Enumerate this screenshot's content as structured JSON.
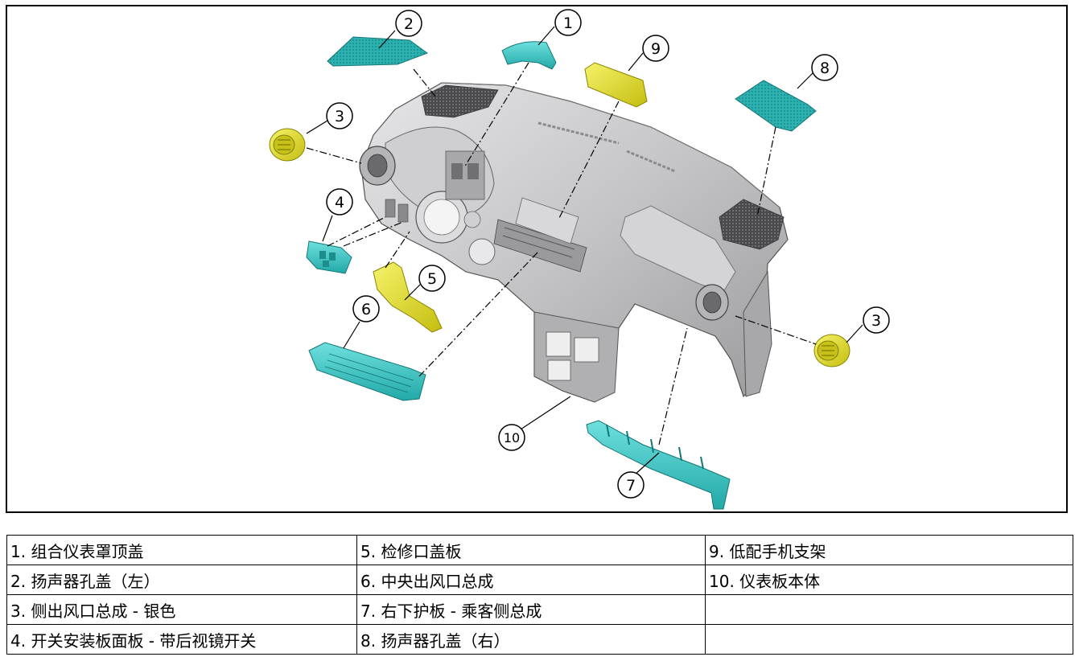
{
  "diagram": {
    "callouts": [
      "1",
      "2",
      "3",
      "4",
      "5",
      "6",
      "7",
      "8",
      "9",
      "10",
      "3"
    ]
  },
  "legend": {
    "rows": [
      [
        "1. 组合仪表罩顶盖",
        "5. 检修口盖板",
        "9. 低配手机支架"
      ],
      [
        "2. 扬声器孔盖（左）",
        "6. 中央出风口总成",
        "10. 仪表板本体"
      ],
      [
        "3. 侧出风口总成 - 银色",
        "7. 右下护板 - 乘客侧总成",
        ""
      ],
      [
        "4. 开关安装板面板 - 带后视镜开关",
        "8. 扬声器孔盖（右）",
        ""
      ]
    ]
  },
  "colors": {
    "cyan_part": "#3fc6c4",
    "yellow_part": "#e4e02a",
    "body_gray": "#c9c9cb"
  }
}
